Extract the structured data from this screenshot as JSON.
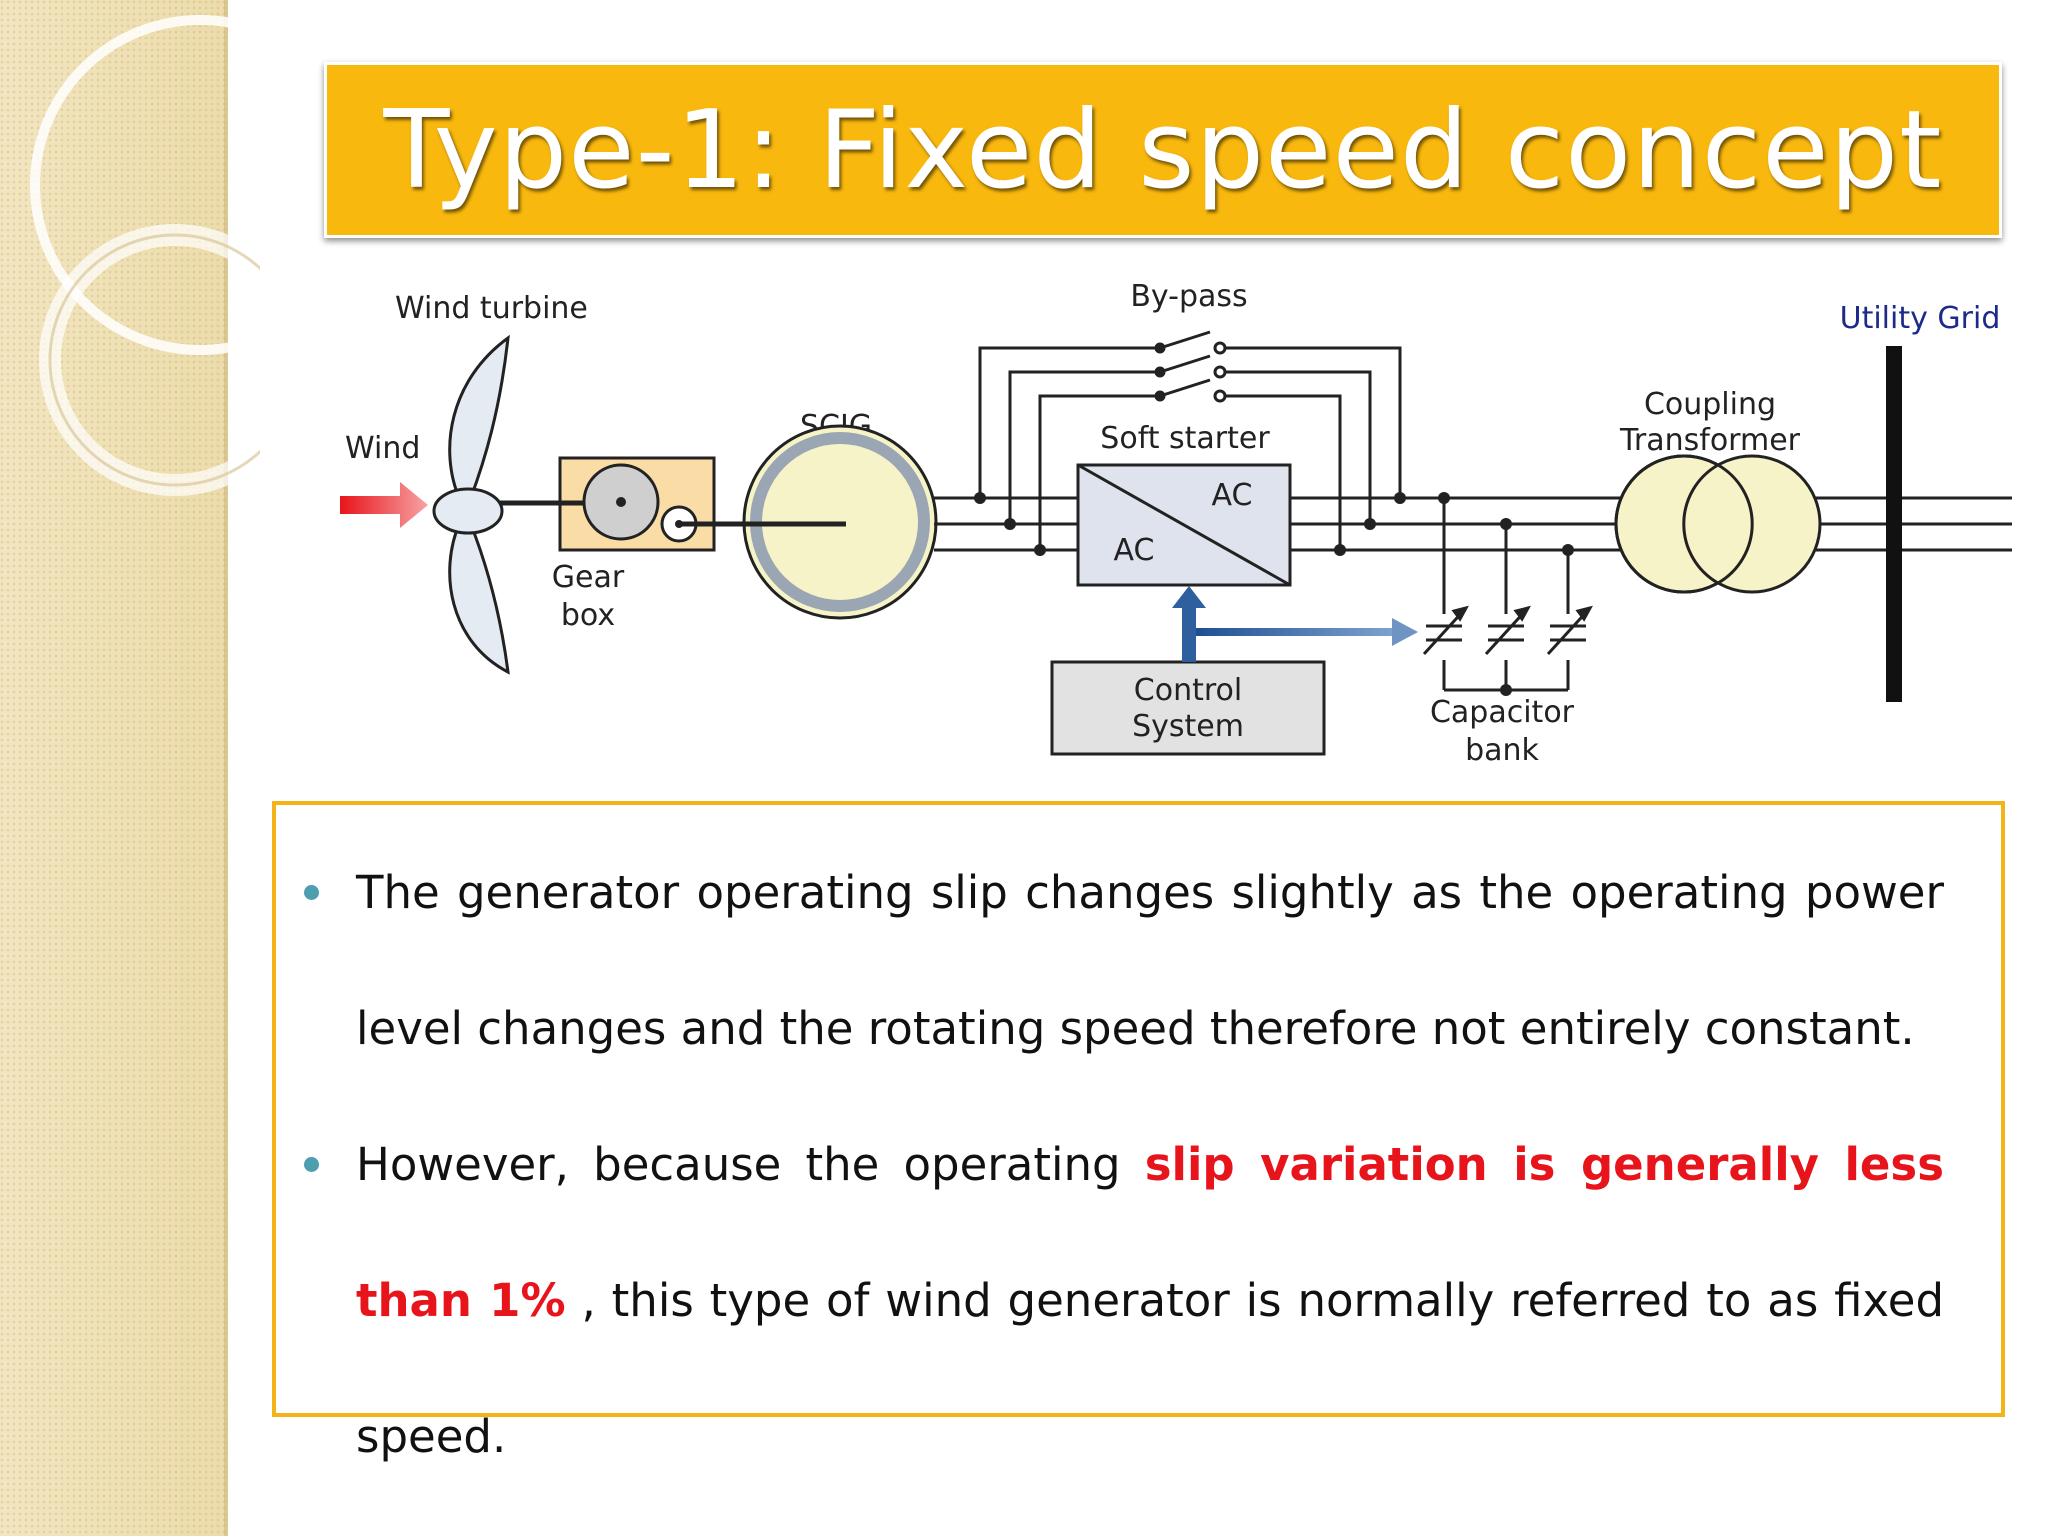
{
  "slide": {
    "title": "Type-1: Fixed speed concept"
  },
  "diagram": {
    "labels": {
      "wind_turbine": "Wind turbine",
      "wind": "Wind",
      "gear_line1": "Gear",
      "gear_line2": "box",
      "scig": "SCIG",
      "bypass": "By-pass",
      "soft_starter": "Soft starter",
      "ac_top": "AC",
      "ac_bottom": "AC",
      "control_line1": "Control",
      "control_line2": "System",
      "capacitor_line1": "Capacitor",
      "capacitor_line2": "bank",
      "coupling_line1": "Coupling",
      "coupling_line2": "Transformer",
      "utility_grid": "Utility Grid"
    },
    "colors": {
      "wind_arrow": "#e8141b",
      "control_arrow": "#2e5f9e",
      "utility_grid": "#1c2a8c",
      "gearbox_fill": "#f9dca6",
      "generator_fill": "#f7f3c8"
    }
  },
  "bullets": [
    {
      "text_before": "The generator operating slip changes slightly as the operating power level changes and the rotating speed therefore not entirely constant.",
      "highlight": "",
      "text_after": ""
    },
    {
      "text_before": "However, because the operating ",
      "highlight": "slip variation is generally less than 1%",
      "text_after": " , this type of wind generator is normally referred to as fixed speed."
    }
  ],
  "theme": {
    "title_bar": "#f9b80e",
    "box_border": "#f5b31a",
    "bullet_dot": "#4d9fb0",
    "highlight_text": "#e8141b"
  }
}
